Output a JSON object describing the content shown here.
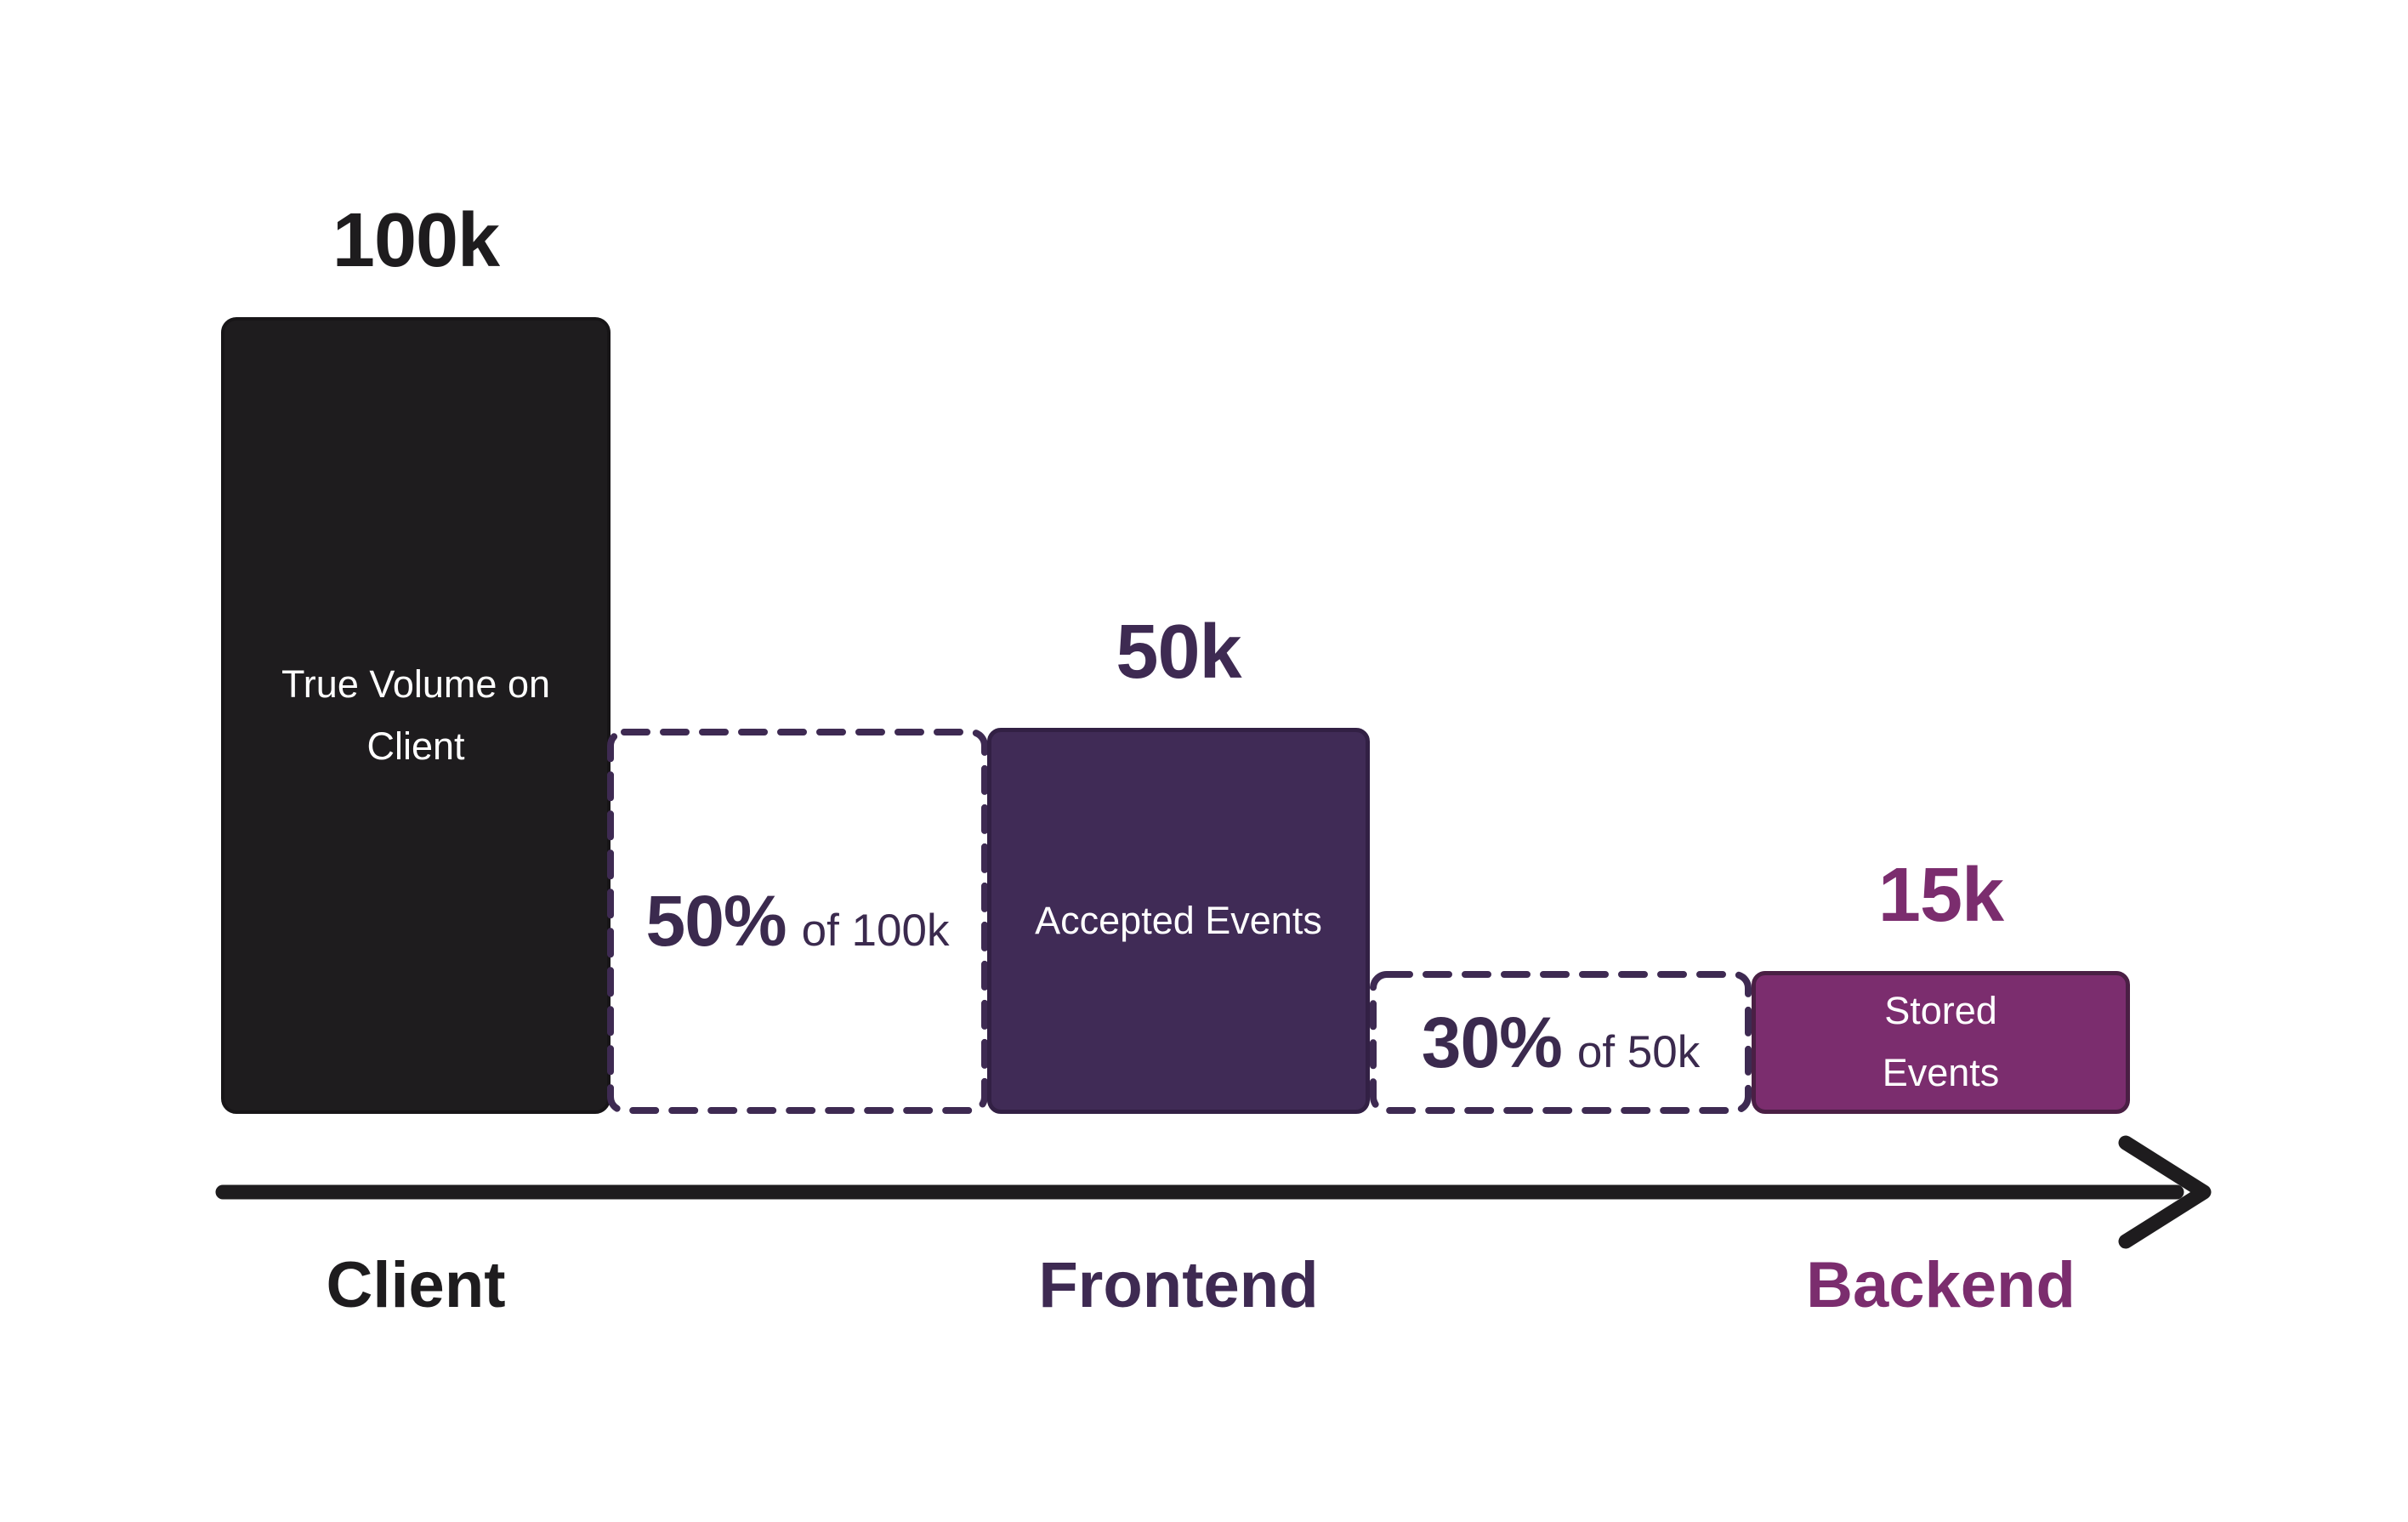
{
  "chart_data": {
    "type": "bar",
    "variant": "event-volume-funnel",
    "title": "",
    "categories": [
      "Client",
      "Frontend",
      "Backend"
    ],
    "values": [
      100000,
      50000,
      15000
    ],
    "value_labels": [
      "100k",
      "50k",
      "15k"
    ],
    "bar_labels": [
      "True Volume on Client",
      "Accepted Events",
      "Stored Events"
    ],
    "bar_colors": [
      "#1e1c1e",
      "#402b56",
      "#7b2d6e"
    ],
    "value_label_colors": [
      "#1e1c1e",
      "#3e2a52",
      "#7b2d6e"
    ],
    "axis_label_colors": [
      "#1e1c1e",
      "#3e2a52",
      "#7b2d6e"
    ],
    "annotations": [
      {
        "percent": "50%",
        "of": "of 100k",
        "between": [
          "Client",
          "Frontend"
        ],
        "meaning": "50% of 100k events pass from client to frontend",
        "border_style": "dashed",
        "border_color": "#3e2a52"
      },
      {
        "percent": "30%",
        "of": "of 50k",
        "between": [
          "Frontend",
          "Backend"
        ],
        "meaning": "30% of 50k events pass from frontend to backend",
        "border_style": "dashed",
        "border_color": "#3e2a52"
      }
    ],
    "x_axis": {
      "style": "arrow",
      "color": "#1e1c1e"
    },
    "ylim": [
      0,
      100000
    ],
    "grid": false,
    "legend": false,
    "background": "#ffffff"
  }
}
